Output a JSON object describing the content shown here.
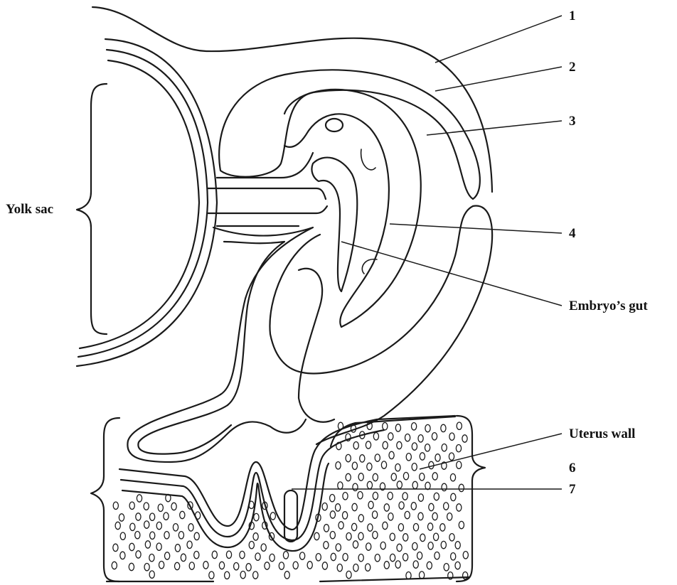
{
  "labels": {
    "l1": "1",
    "l2": "2",
    "l3": "3",
    "l4": "4",
    "yolk_sac": "Yolk sac",
    "gut": "Embryo’s gut",
    "uterus": "Uterus wall",
    "l6": "6",
    "l7": "7"
  }
}
